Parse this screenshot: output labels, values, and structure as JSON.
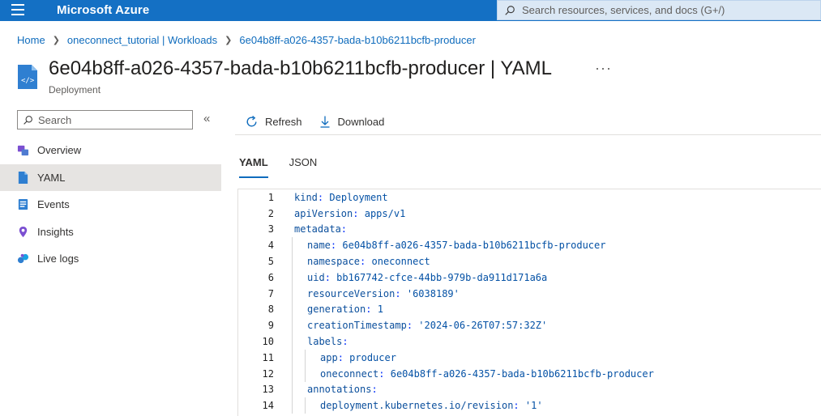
{
  "topbar": {
    "brand": "Microsoft Azure",
    "search_placeholder": "Search resources, services, and docs (G+/)"
  },
  "breadcrumb": [
    {
      "label": "Home"
    },
    {
      "label": "oneconnect_tutorial | Workloads"
    },
    {
      "label": "6e04b8ff-a026-4357-bada-b10b6211bcfb-producer"
    }
  ],
  "header": {
    "title": "6e04b8ff-a026-4357-bada-b10b6211bcfb-producer | YAML",
    "subtitle": "Deployment",
    "more": "···"
  },
  "sidebar": {
    "search_placeholder": "Search",
    "collapse": "«",
    "items": [
      {
        "label": "Overview",
        "icon": "overview-icon",
        "active": false
      },
      {
        "label": "YAML",
        "icon": "yaml-doc-icon",
        "active": true
      },
      {
        "label": "Events",
        "icon": "events-icon",
        "active": false
      },
      {
        "label": "Insights",
        "icon": "insights-icon",
        "active": false
      },
      {
        "label": "Live logs",
        "icon": "live-logs-icon",
        "active": false
      }
    ]
  },
  "toolbar": {
    "refresh_label": "Refresh",
    "download_label": "Download"
  },
  "tabs": [
    {
      "label": "YAML",
      "active": true
    },
    {
      "label": "JSON",
      "active": false
    }
  ],
  "editor": {
    "lines": [
      {
        "n": "1",
        "key": "kind",
        "value": "Deployment",
        "indent": 0
      },
      {
        "n": "2",
        "key": "apiVersion",
        "value": "apps/v1",
        "indent": 0
      },
      {
        "n": "3",
        "key": "metadata",
        "value": "",
        "indent": 0
      },
      {
        "n": "4",
        "key": "name",
        "value": "6e04b8ff-a026-4357-bada-b10b6211bcfb-producer",
        "indent": 1
      },
      {
        "n": "5",
        "key": "namespace",
        "value": "oneconnect",
        "indent": 1
      },
      {
        "n": "6",
        "key": "uid",
        "value": "bb167742-cfce-44bb-979b-da911d171a6a",
        "indent": 1
      },
      {
        "n": "7",
        "key": "resourceVersion",
        "value": "'6038189'",
        "indent": 1
      },
      {
        "n": "8",
        "key": "generation",
        "value": "1",
        "indent": 1
      },
      {
        "n": "9",
        "key": "creationTimestamp",
        "value": "'2024-06-26T07:57:32Z'",
        "indent": 1
      },
      {
        "n": "10",
        "key": "labels",
        "value": "",
        "indent": 1
      },
      {
        "n": "11",
        "key": "app",
        "value": "producer",
        "indent": 2
      },
      {
        "n": "12",
        "key": "oneconnect",
        "value": "6e04b8ff-a026-4357-bada-b10b6211bcfb-producer",
        "indent": 2
      },
      {
        "n": "13",
        "key": "annotations",
        "value": "",
        "indent": 1
      },
      {
        "n": "14",
        "key": "deployment.kubernetes.io/revision",
        "value": "'1'",
        "indent": 2
      }
    ]
  },
  "colors": {
    "topbar": "#1470c4",
    "link": "#0f6cbd",
    "active_nav": "#e6e4e2"
  }
}
